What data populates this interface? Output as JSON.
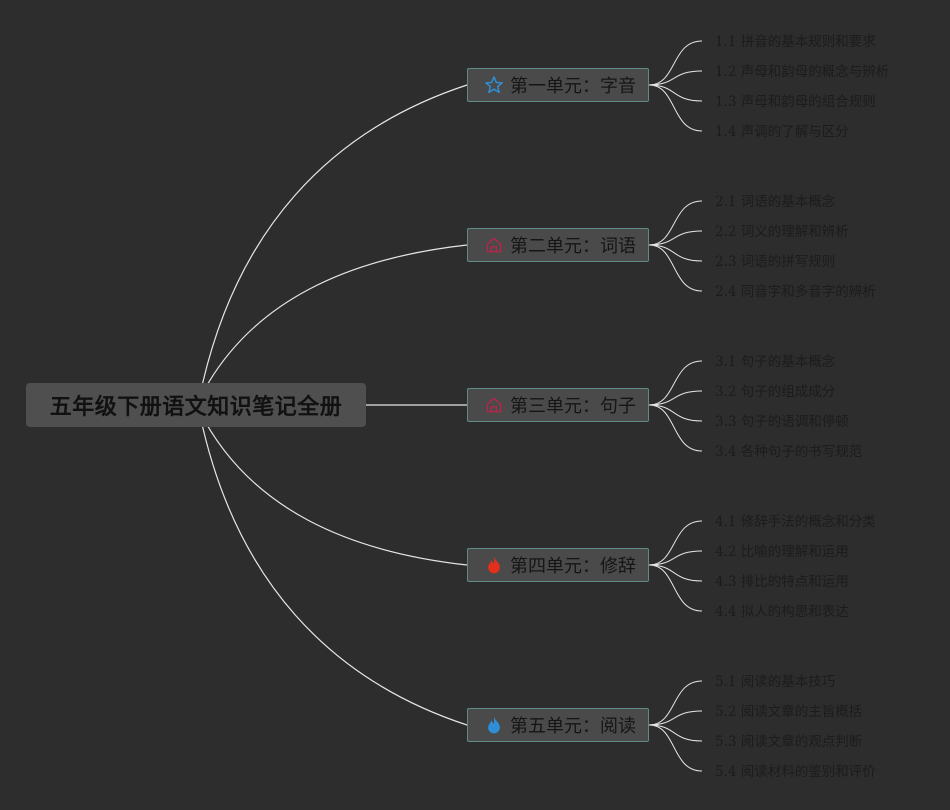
{
  "root": {
    "title": "五年级下册语文知识笔记全册"
  },
  "branches": [
    {
      "label": "第一单元：字音",
      "icon": "star-outline-icon",
      "icon_color": "#2f8fd6",
      "children": [
        "1.1 拼音的基本规则和要求",
        "1.2 声母和韵母的概念与辨析",
        "1.3 声母和韵母的组合规则",
        "1.4 声调的了解与区分"
      ]
    },
    {
      "label": "第二单元：词语",
      "icon": "house-outline-icon",
      "icon_color": "#b0284a",
      "children": [
        "2.1 词语的基本概念",
        "2.2 词义的理解和辨析",
        "2.3 词语的拼写规则",
        "2.4 同音字和多音字的辨析"
      ]
    },
    {
      "label": "第三单元：句子",
      "icon": "house-outline-icon",
      "icon_color": "#b0284a",
      "children": [
        "3.1 句子的基本概念",
        "3.2 句子的组成成分",
        "3.3 句子的语调和停顿",
        "3.4 各种句子的书写规范"
      ]
    },
    {
      "label": "第四单元：修辞",
      "icon": "flame-icon",
      "icon_color": "#e3301c",
      "children": [
        "4.1 修辞手法的概念和分类",
        "4.2 比喻的理解和运用",
        "4.3 排比的特点和运用",
        "4.4 拟人的构思和表达"
      ]
    },
    {
      "label": "第五单元：阅读",
      "icon": "flame-icon",
      "icon_color": "#2f8fd6",
      "children": [
        "5.1 阅读的基本技巧",
        "5.2 阅读文章的主旨概括",
        "5.3 阅读文章的观点判断",
        "5.4 阅读材料的鉴别和评价"
      ]
    }
  ]
}
